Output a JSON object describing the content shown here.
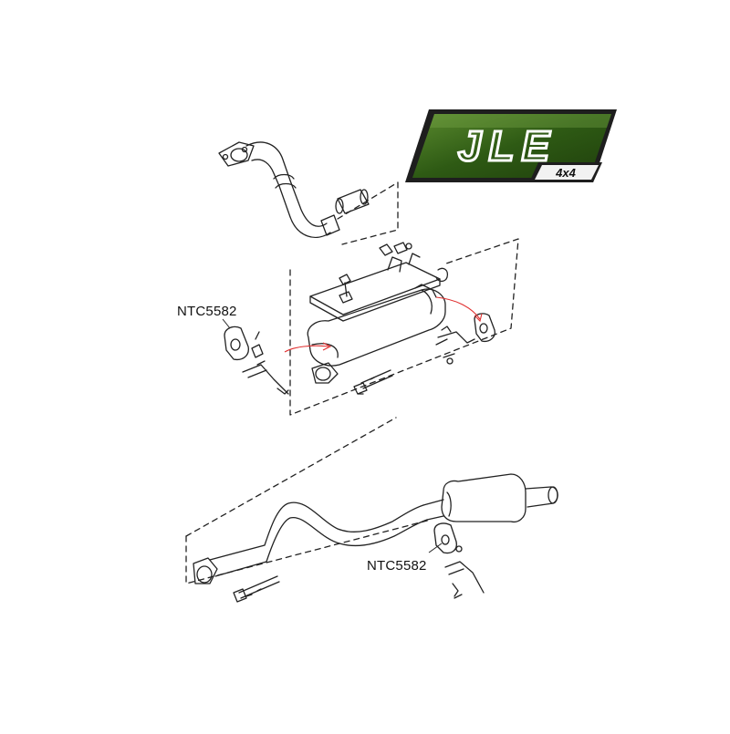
{
  "logo": {
    "brand": "JLE",
    "sub": "4x4",
    "colors": {
      "green": "#2e5a14",
      "green_light": "#4e7d26",
      "frame": "#2a2a2a",
      "text": "#ffffff"
    }
  },
  "labels": {
    "mount_upper": "NTC5582",
    "mount_lower": "NTC5582"
  },
  "colors": {
    "line": "#222222",
    "callout_arrow": "#e03030"
  }
}
